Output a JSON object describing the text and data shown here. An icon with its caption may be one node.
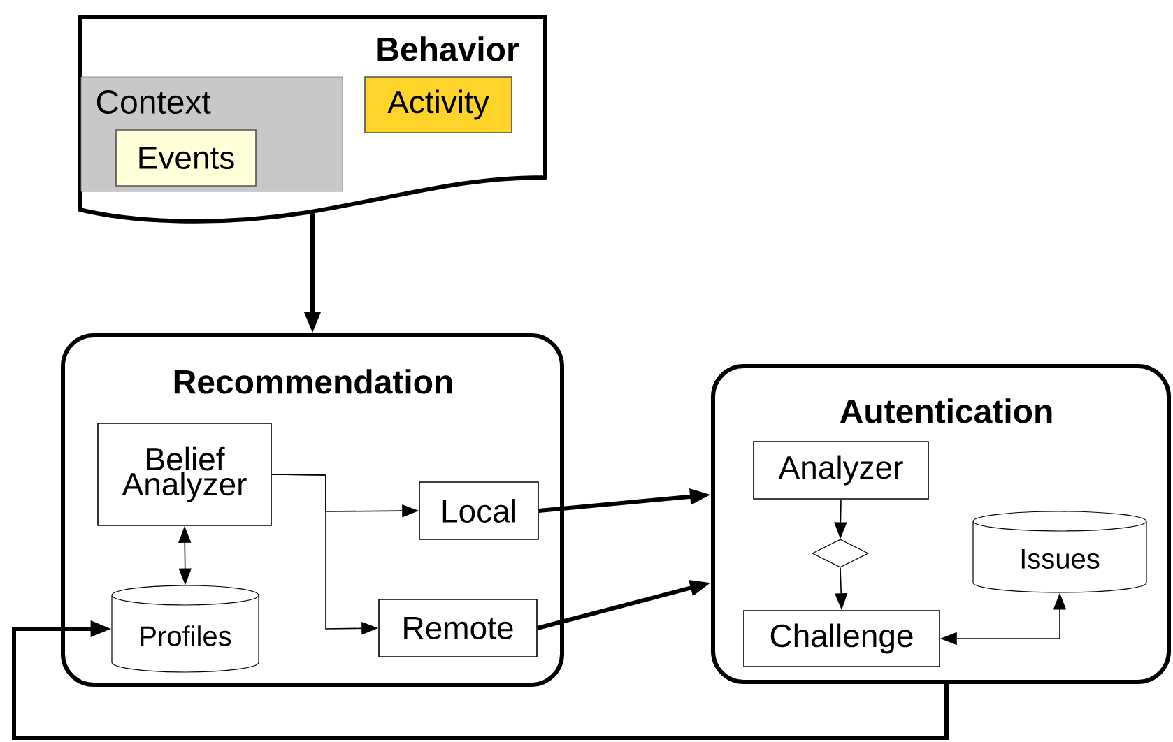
{
  "diagram": {
    "nodes": [
      {
        "text": [
          "Behavior"
        ]
      },
      {
        "text": [
          "Context"
        ],
        "in": 0
      },
      {
        "text": [
          "Events"
        ],
        "in": 1
      },
      {
        "text": [
          "Activity"
        ],
        "in": 0
      },
      {
        "text": [
          "Recommendation"
        ]
      },
      {
        "text": [
          "Belief Analyzer"
        ],
        "in": 4
      },
      {
        "text": [
          "Local"
        ],
        "in": 4
      },
      {
        "text": [
          "Remote"
        ],
        "in": 4
      },
      {
        "text": [
          "Profiles"
        ],
        "in": 4
      },
      {
        "text": [
          "Autentication"
        ]
      },
      {
        "text": [
          "Analyzer"
        ],
        "in": 9
      },
      {
        "text": [],
        "shape": "diamond",
        "in": 9
      },
      {
        "text": [
          "Issues"
        ],
        "in": 9
      },
      {
        "text": [
          "Challenge"
        ],
        "in": 9
      }
    ],
    "edges": [
      {
        "from": 0,
        "to": 4,
        "arrow": "to",
        "style": "thick"
      },
      {
        "from": 5,
        "to": 6,
        "arrow": "to"
      },
      {
        "from": 5,
        "to": 7,
        "arrow": "to"
      },
      {
        "from": 5,
        "to": 8,
        "arrow": "both"
      },
      {
        "from": 6,
        "to": 9,
        "arrow": "to",
        "style": "thick"
      },
      {
        "from": 7,
        "to": 9,
        "arrow": "to",
        "style": "thick"
      },
      {
        "from": 10,
        "to": 11,
        "arrow": "to"
      },
      {
        "from": 11,
        "to": 13,
        "arrow": "to"
      },
      {
        "from": 13,
        "to": 12,
        "arrow": "both"
      },
      {
        "from": 9,
        "to": 8,
        "arrow": "to",
        "style": "thick"
      }
    ]
  }
}
